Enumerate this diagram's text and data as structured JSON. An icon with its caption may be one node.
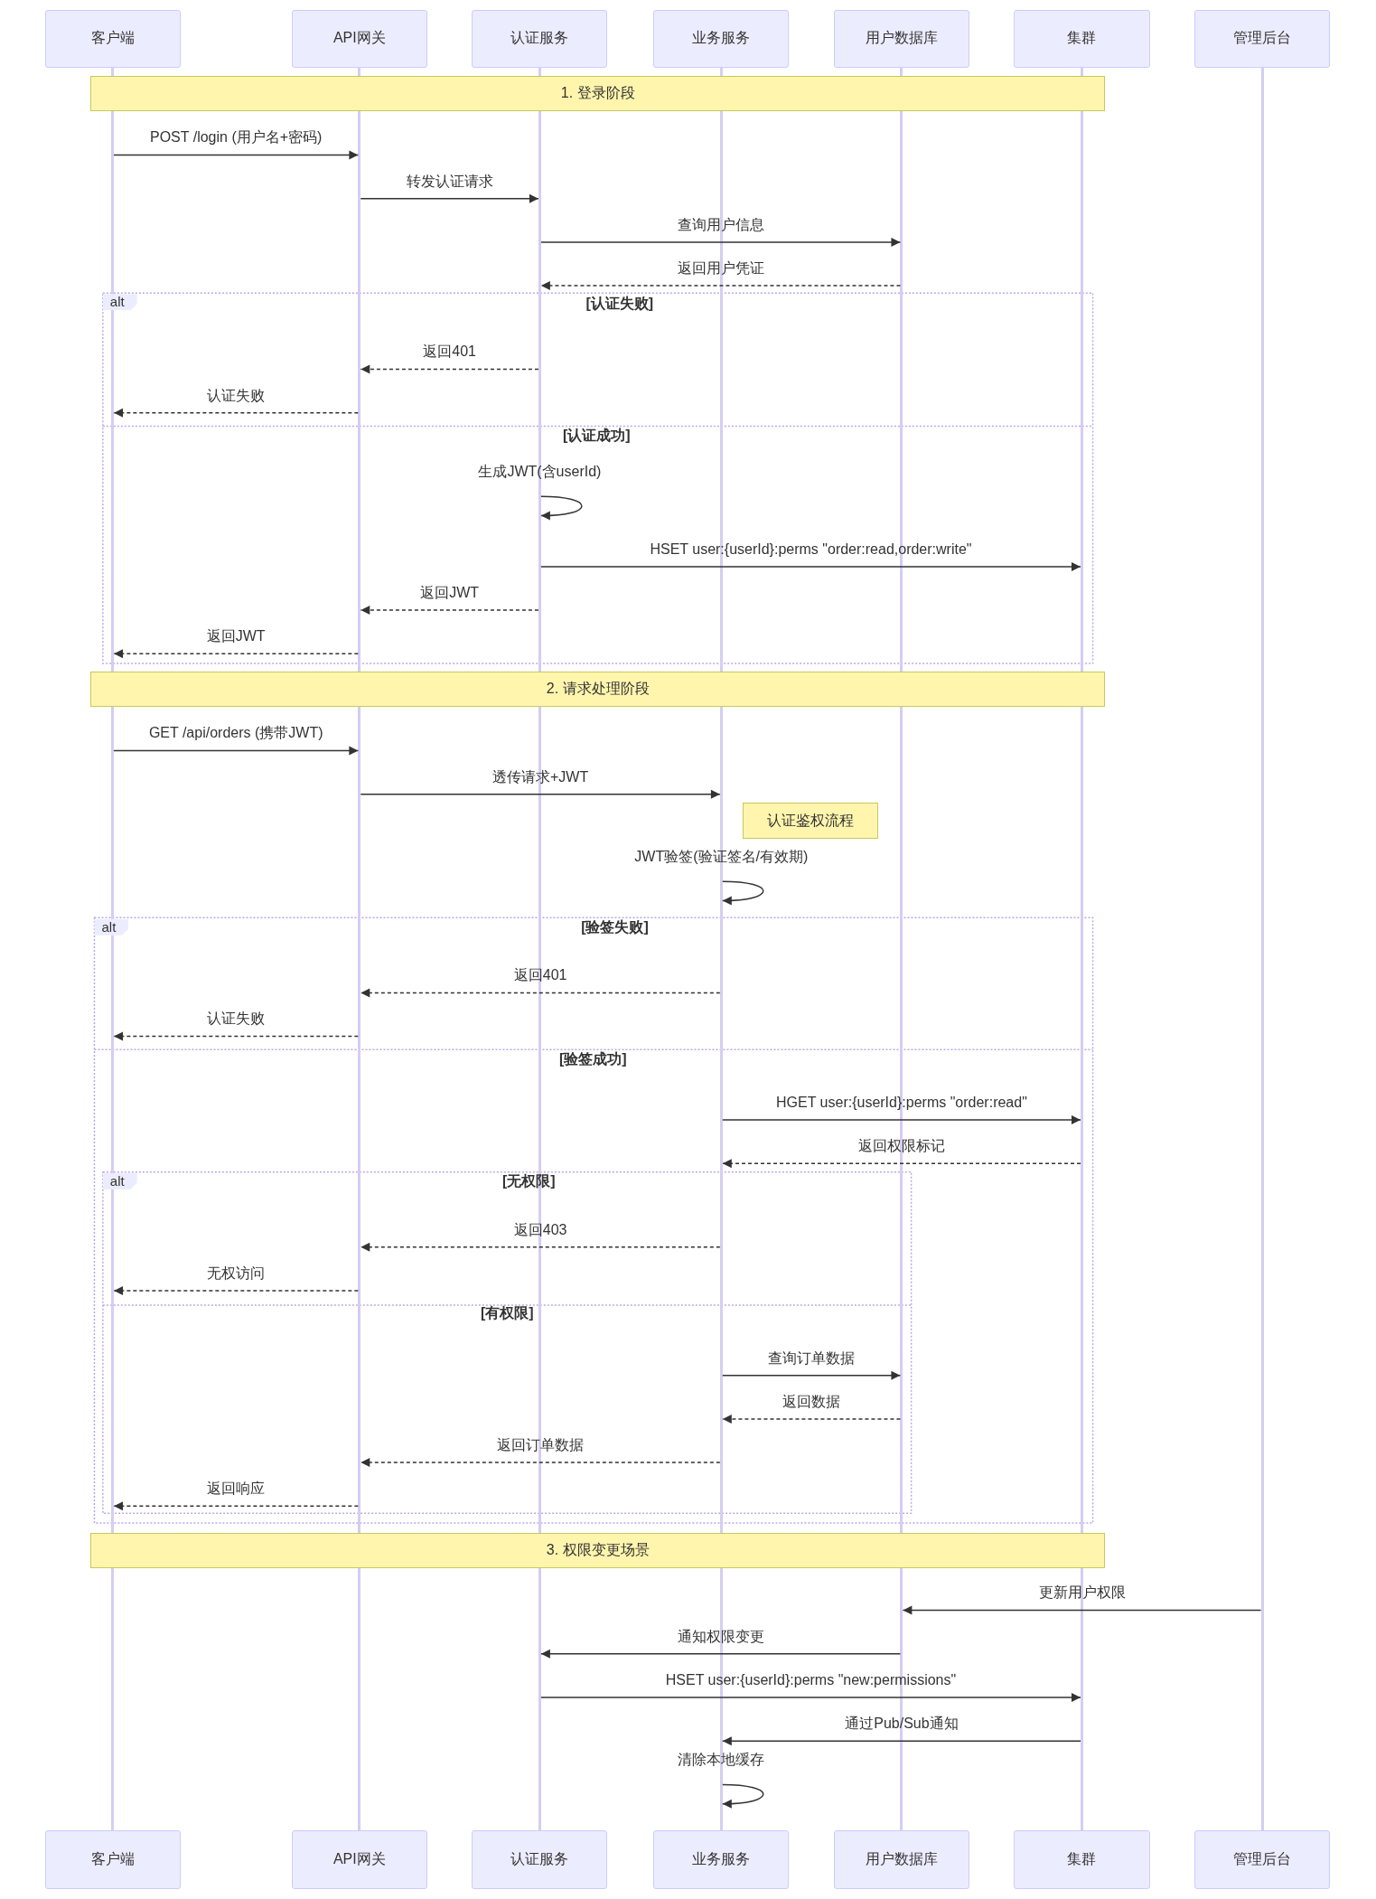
{
  "diagram": {
    "nodes": [
      {
        "text": [
          "客户端"
        ]
      },
      {
        "text": [
          "API网关"
        ]
      },
      {
        "text": [
          "认证服务"
        ]
      },
      {
        "text": [
          "业务服务"
        ]
      },
      {
        "text": [
          "用户数据库"
        ]
      },
      {
        "text": [
          "集群"
        ]
      },
      {
        "text": [
          "管理后台"
        ]
      },
      {
        "text": [],
        "shape": "bar"
      },
      {
        "text": [],
        "shape": "bar"
      },
      {
        "text": [],
        "shape": "bar"
      },
      {
        "text": [],
        "shape": "bar"
      },
      {
        "text": [],
        "shape": "bar"
      },
      {
        "text": [],
        "shape": "bar"
      },
      {
        "text": [],
        "shape": "bar"
      },
      {
        "text": [
          "1. 登录阶段"
        ]
      },
      {
        "text": [
          "2. 请求处理阶段"
        ]
      },
      {
        "text": [
          "认证鉴权流程"
        ]
      },
      {
        "text": [
          "3. 权限变更场景"
        ]
      },
      {
        "text": [
          "客户端"
        ]
      },
      {
        "text": [
          "API网关"
        ]
      },
      {
        "text": [
          "认证服务"
        ]
      },
      {
        "text": [
          "业务服务"
        ]
      },
      {
        "text": [
          "用户数据库"
        ]
      },
      {
        "text": [
          "集群"
        ]
      },
      {
        "text": [
          "管理后台"
        ]
      }
    ],
    "edges": [
      {
        "from": 7,
        "to": 8,
        "arrow": "to",
        "label": "POST /login (用户名+密码)"
      },
      {
        "from": 8,
        "to": 9,
        "arrow": "to",
        "label": "转发认证请求"
      },
      {
        "from": 9,
        "to": 11,
        "arrow": "to",
        "label": "查询用户信息"
      },
      {
        "from": 11,
        "to": 9,
        "arrow": "to",
        "label": "返回用户凭证",
        "style": "dashed"
      },
      {
        "from": 9,
        "to": 8,
        "arrow": "to",
        "label": "返回401",
        "style": "dashed"
      },
      {
        "from": 8,
        "to": 7,
        "arrow": "to",
        "label": "认证失败",
        "style": "dashed"
      },
      {
        "from": 9,
        "to": 9,
        "arrow": "to",
        "label": "生成JWT(含userId)"
      },
      {
        "from": 9,
        "to": 12,
        "arrow": "to",
        "label": "HSET user:{userId}:perms \"order:read,order:write\""
      },
      {
        "from": 9,
        "to": 8,
        "arrow": "to",
        "label": "返回JWT",
        "style": "dashed"
      },
      {
        "from": 8,
        "to": 7,
        "arrow": "to",
        "label": "返回JWT",
        "style": "dashed"
      },
      {
        "from": 7,
        "to": 8,
        "arrow": "to",
        "label": "GET /api/orders (携带JWT)"
      },
      {
        "from": 8,
        "to": 10,
        "arrow": "to",
        "label": "透传请求+JWT"
      },
      {
        "from": 10,
        "to": 10,
        "arrow": "to",
        "label": "JWT验签(验证签名/有效期)"
      },
      {
        "from": 10,
        "to": 8,
        "arrow": "to",
        "label": "返回401",
        "style": "dashed"
      },
      {
        "from": 8,
        "to": 7,
        "arrow": "to",
        "label": "认证失败",
        "style": "dashed"
      },
      {
        "from": 10,
        "to": 12,
        "arrow": "to",
        "label": "HGET user:{userId}:perms \"order:read\""
      },
      {
        "from": 12,
        "to": 10,
        "arrow": "to",
        "label": "返回权限标记",
        "style": "dashed"
      },
      {
        "from": 10,
        "to": 8,
        "arrow": "to",
        "label": "返回403",
        "style": "dashed"
      },
      {
        "from": 8,
        "to": 7,
        "arrow": "to",
        "label": "无权访问",
        "style": "dashed"
      },
      {
        "from": 10,
        "to": 11,
        "arrow": "to",
        "label": "查询订单数据"
      },
      {
        "from": 11,
        "to": 10,
        "arrow": "to",
        "label": "返回数据",
        "style": "dashed"
      },
      {
        "from": 10,
        "to": 8,
        "arrow": "to",
        "label": "返回订单数据",
        "style": "dashed"
      },
      {
        "from": 8,
        "to": 7,
        "arrow": "to",
        "label": "返回响应",
        "style": "dashed"
      },
      {
        "from": 13,
        "to": 11,
        "arrow": "to",
        "label": "更新用户权限"
      },
      {
        "from": 11,
        "to": 9,
        "arrow": "to",
        "label": "通知权限变更"
      },
      {
        "from": 9,
        "to": 12,
        "arrow": "to",
        "label": "HSET user:{userId}:perms \"new:permissions\""
      },
      {
        "from": 12,
        "to": 10,
        "arrow": "to",
        "label": "通过Pub/Sub通知"
      },
      {
        "from": 10,
        "to": 10,
        "arrow": "to",
        "label": "清除本地缓存"
      }
    ],
    "labels": [
      "alt",
      "[认证失败]",
      "[认证成功]",
      "alt",
      "[验签失败]",
      "[验签成功]",
      "alt",
      "[无权限]",
      "[有权限]"
    ]
  }
}
